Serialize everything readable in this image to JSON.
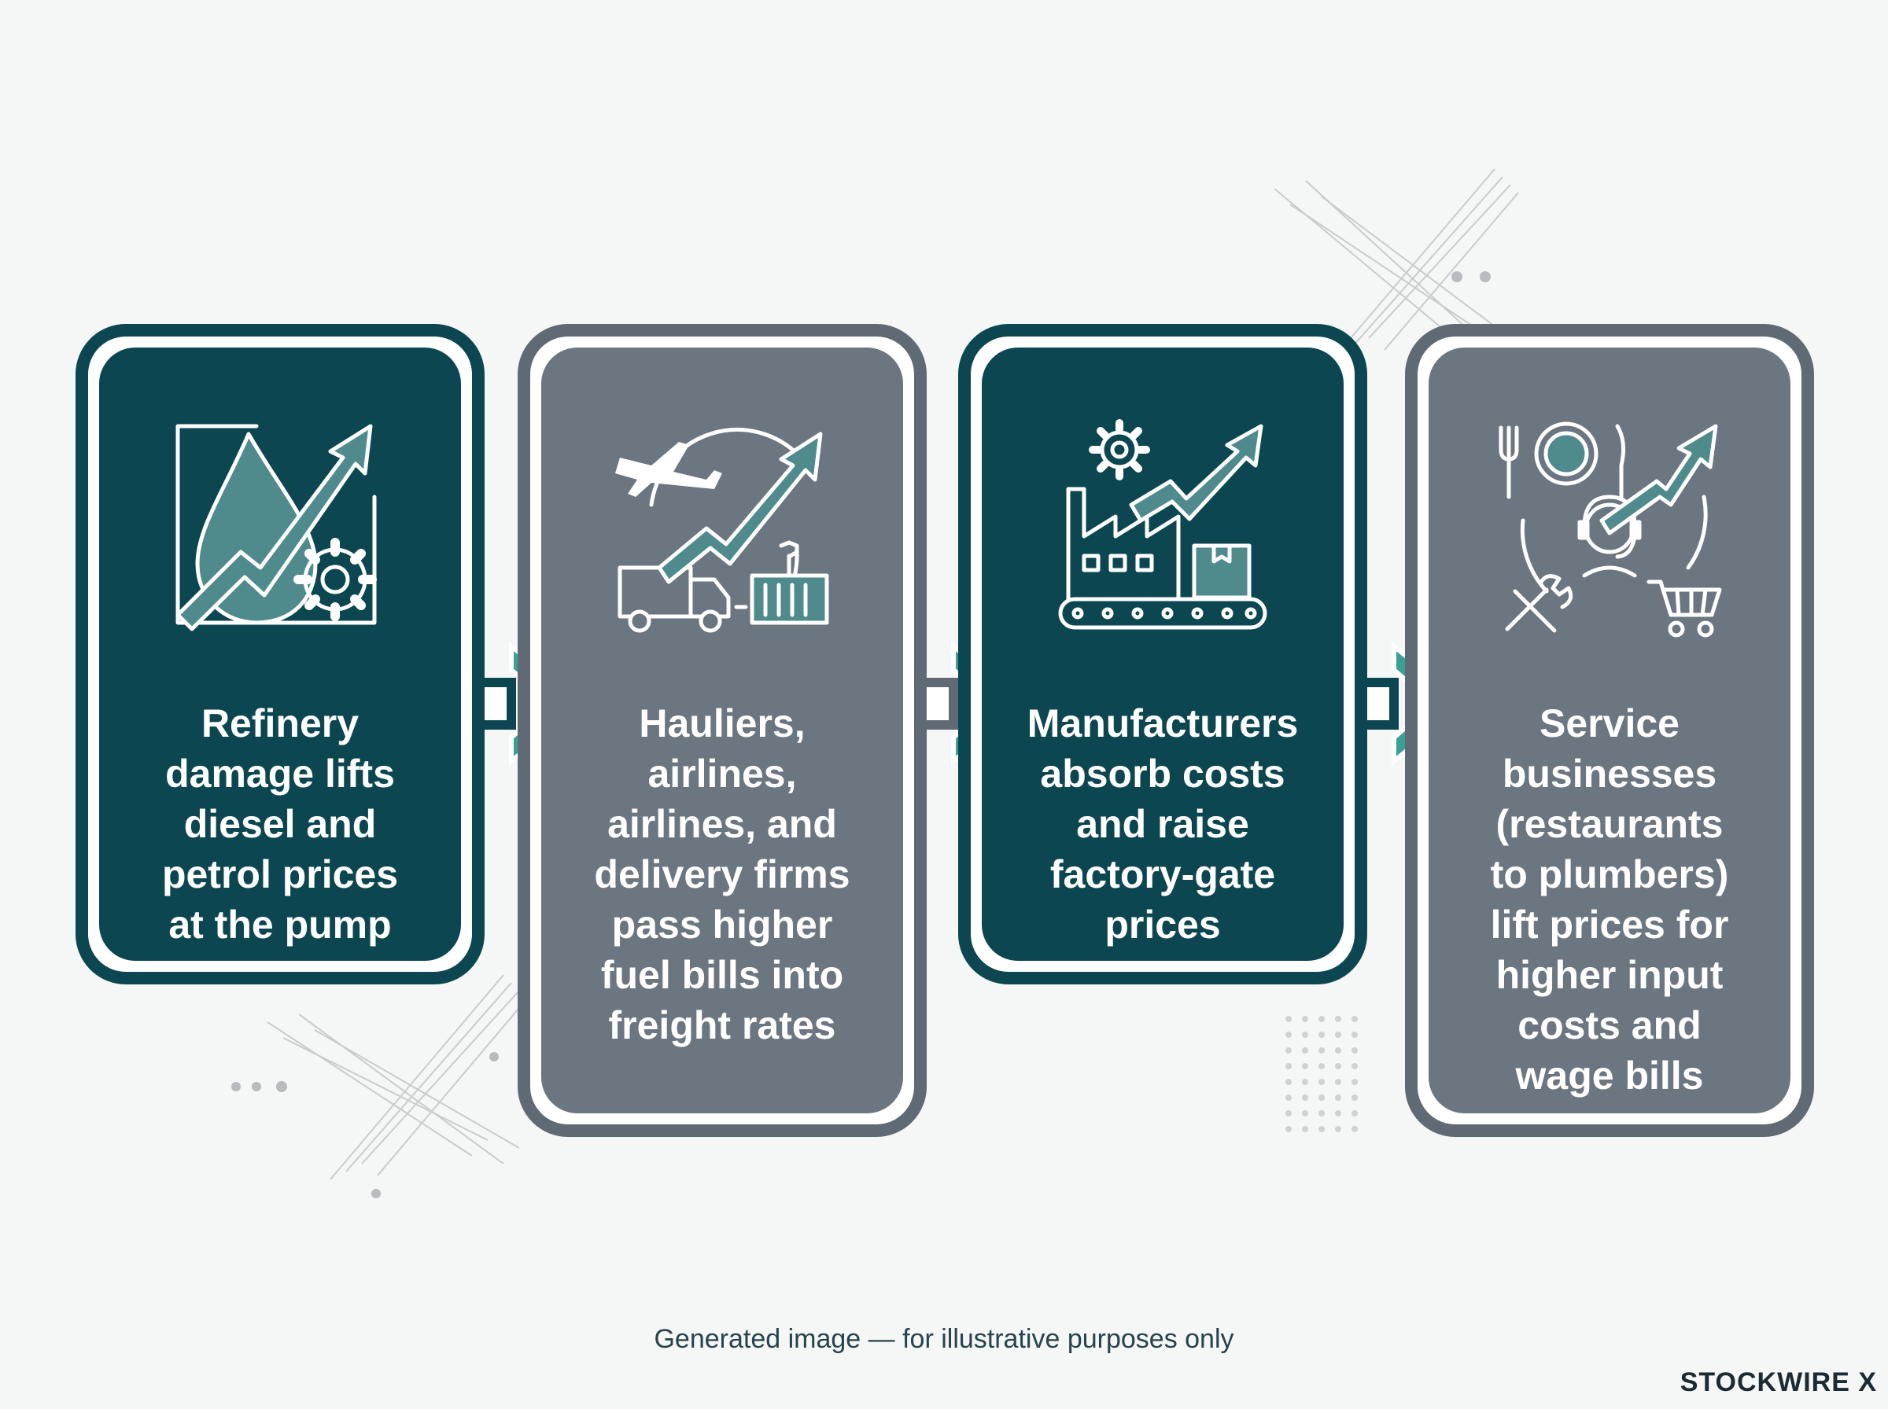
{
  "steps": [
    {
      "text": "Refinery\ndamage lifts\ndiesel and\npetrol prices\nat the pump",
      "icon": "fuel-drop-rising-arrow-icon"
    },
    {
      "text": "Hauliers,\nairlines,\nairlines, and\ndelivery firms\npass higher\nfuel bills into\nfreight rates",
      "icon": "transport-freight-rising-arrow-icon"
    },
    {
      "text": "Manufacturers\nabsorb costs\nand raise\nfactory-gate\nprices",
      "icon": "factory-rising-arrow-icon"
    },
    {
      "text": "Service\nbusinesses\n(restaurants\nto plumbers)\nlift prices for\nhigher input\ncosts and\nwage bills",
      "icon": "services-rising-arrow-icon"
    }
  ],
  "caption": "Generated image — for illustrative purposes only",
  "logo": "STOCKWIRE X",
  "colors": {
    "teal_dark": "#0c4751",
    "grey": "#6b7680",
    "accent": "#3aa092"
  }
}
